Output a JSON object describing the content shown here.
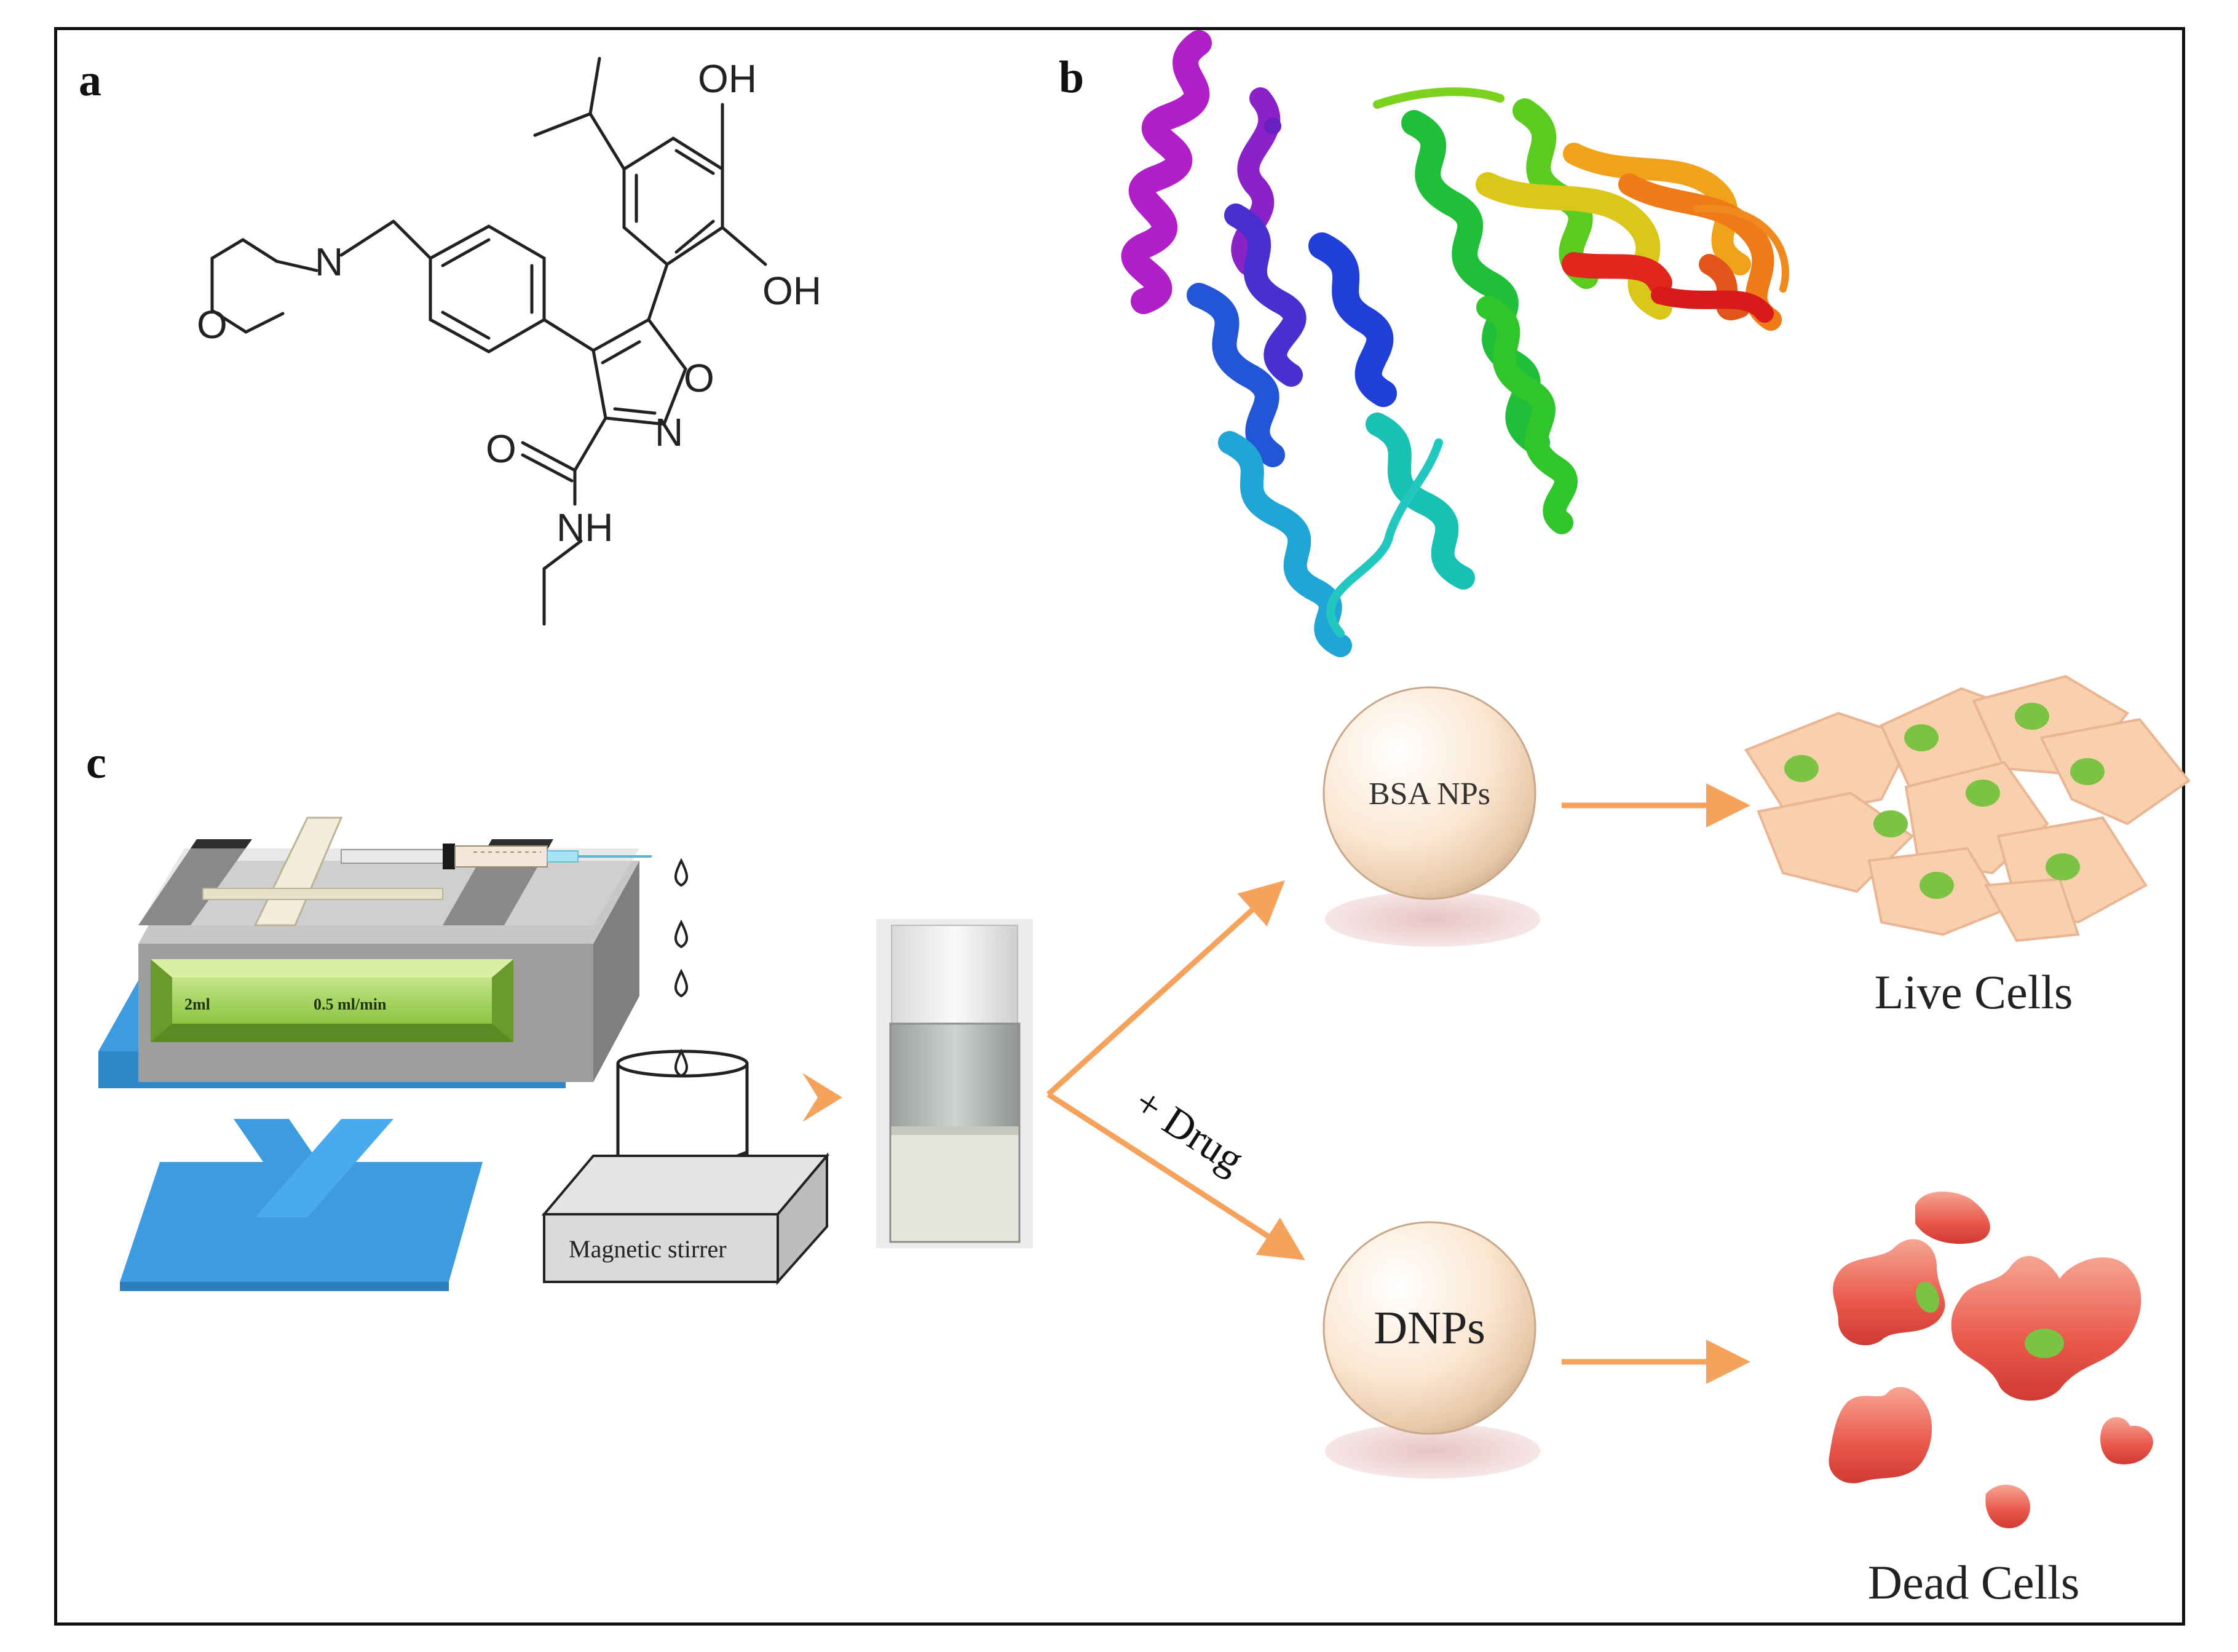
{
  "panels": {
    "a": {
      "label": "a",
      "atoms": {
        "oh_top": "OH",
        "oh_right": "OH",
        "n_morph": "N",
        "o_morph": "O",
        "o_ring": "O",
        "n_ring": "N",
        "o_carbonyl": "O",
        "nh": "NH"
      }
    },
    "b": {
      "label": "b"
    },
    "c": {
      "label": "c",
      "pump_volume": "2ml",
      "pump_rate": "0.5 ml/min",
      "stirrer_label": "Magnetic stirrer",
      "bsa_label": "BSA NPs",
      "dnp_label": "DNPs",
      "drug_label": "+ Drug",
      "live_label": "Live Cells",
      "dead_label": "Dead Cells"
    }
  },
  "colors": {
    "arrow": "#f5a35c",
    "pump_blue": "#3d9be0",
    "display_green": "#a6d65a",
    "live_cell": "#f9d0ad",
    "nucleus": "#7cc243",
    "dead_cell": "#e2473c"
  }
}
